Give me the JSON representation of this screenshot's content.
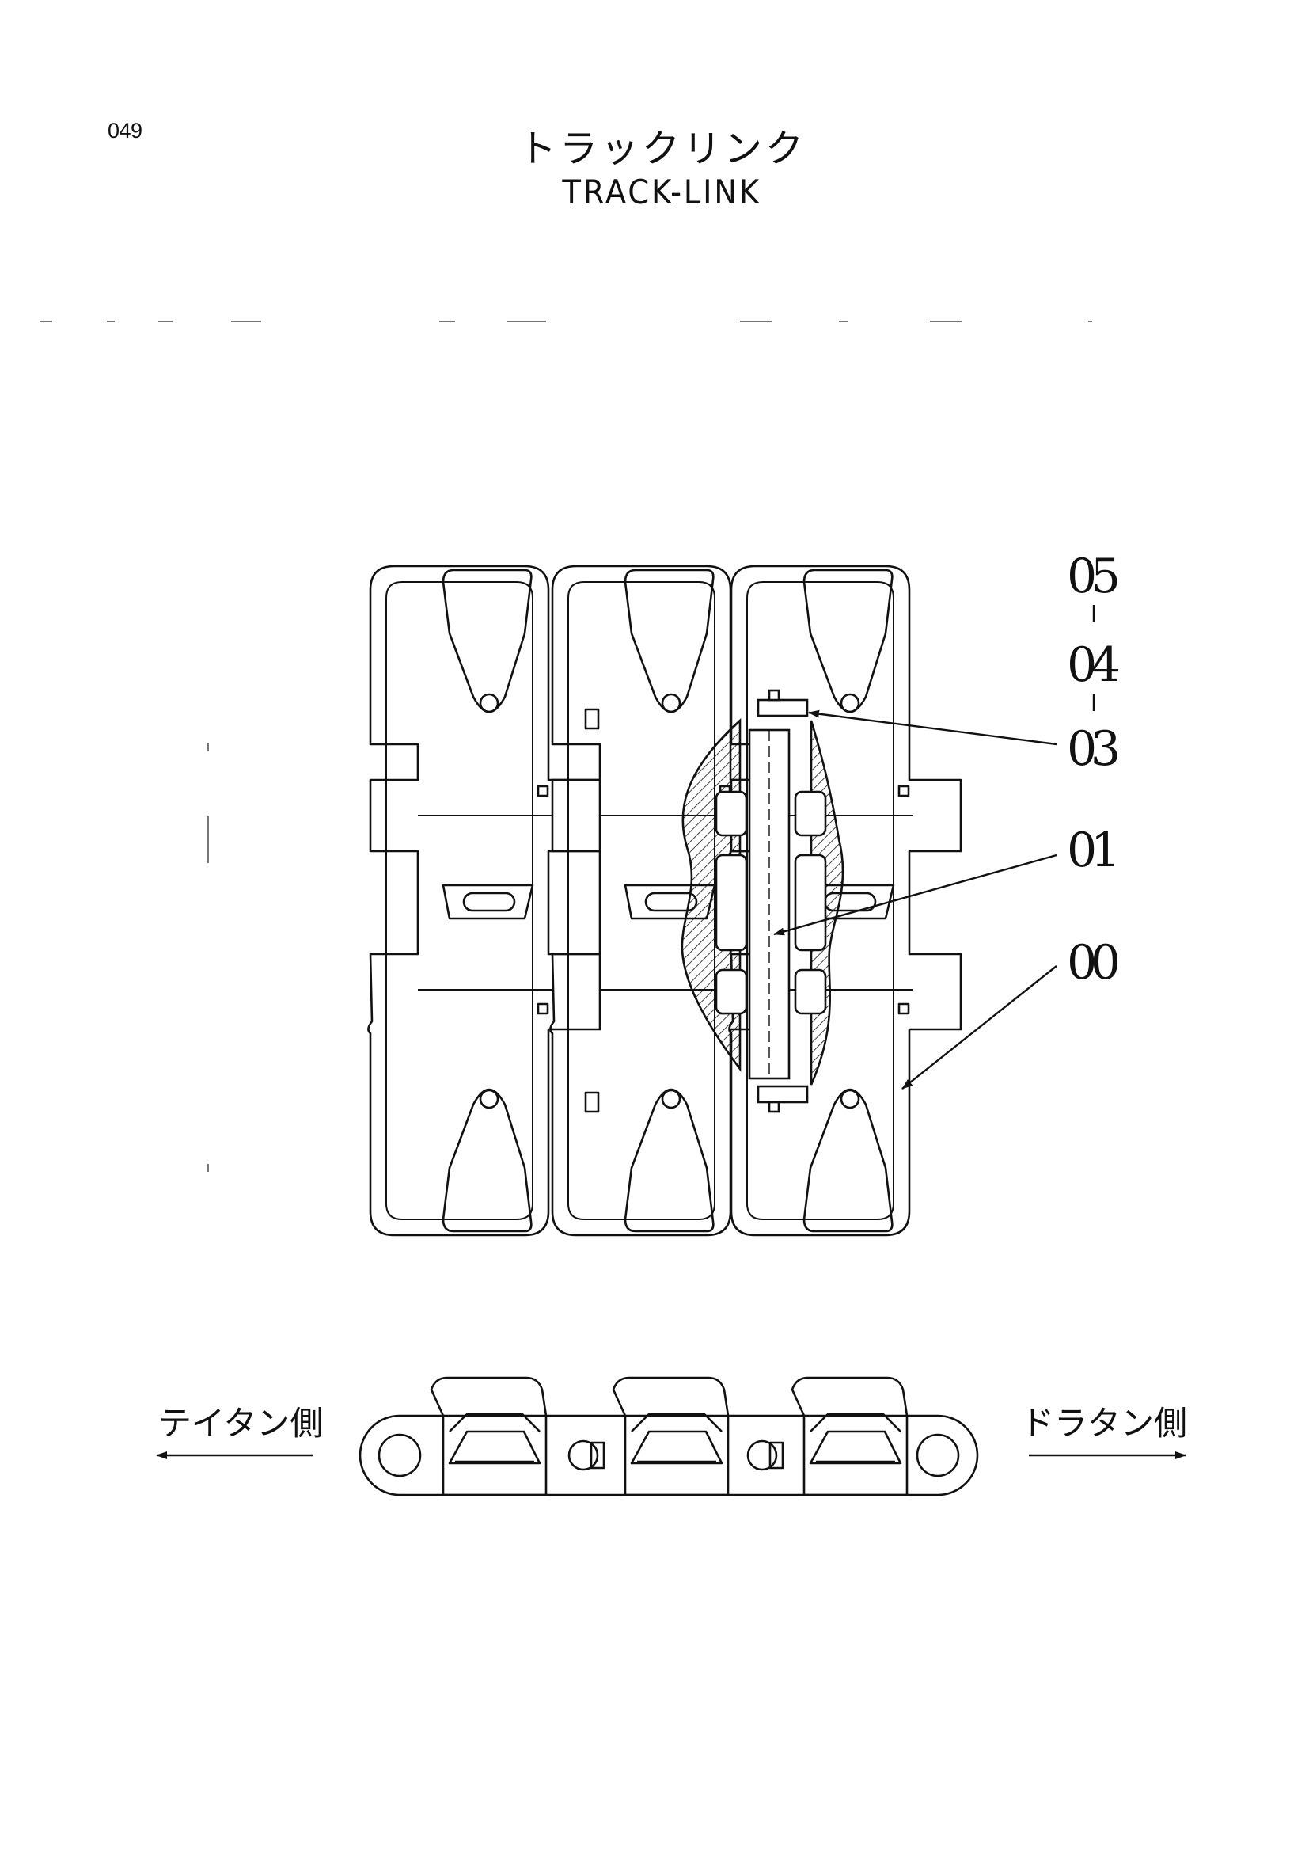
{
  "page": {
    "number": "049"
  },
  "title": {
    "ja": "トラックリンク",
    "en": "TRACK-LINK"
  },
  "callouts": [
    {
      "id": "05",
      "label": "05"
    },
    {
      "id": "04",
      "label": "04"
    },
    {
      "id": "03",
      "label": "03"
    },
    {
      "id": "01",
      "label": "01"
    },
    {
      "id": "00",
      "label": "00"
    }
  ],
  "directions": {
    "left": "テイタン側",
    "right": "ドラタン側"
  },
  "colors": {
    "line": "#111111",
    "background": "#ffffff"
  }
}
